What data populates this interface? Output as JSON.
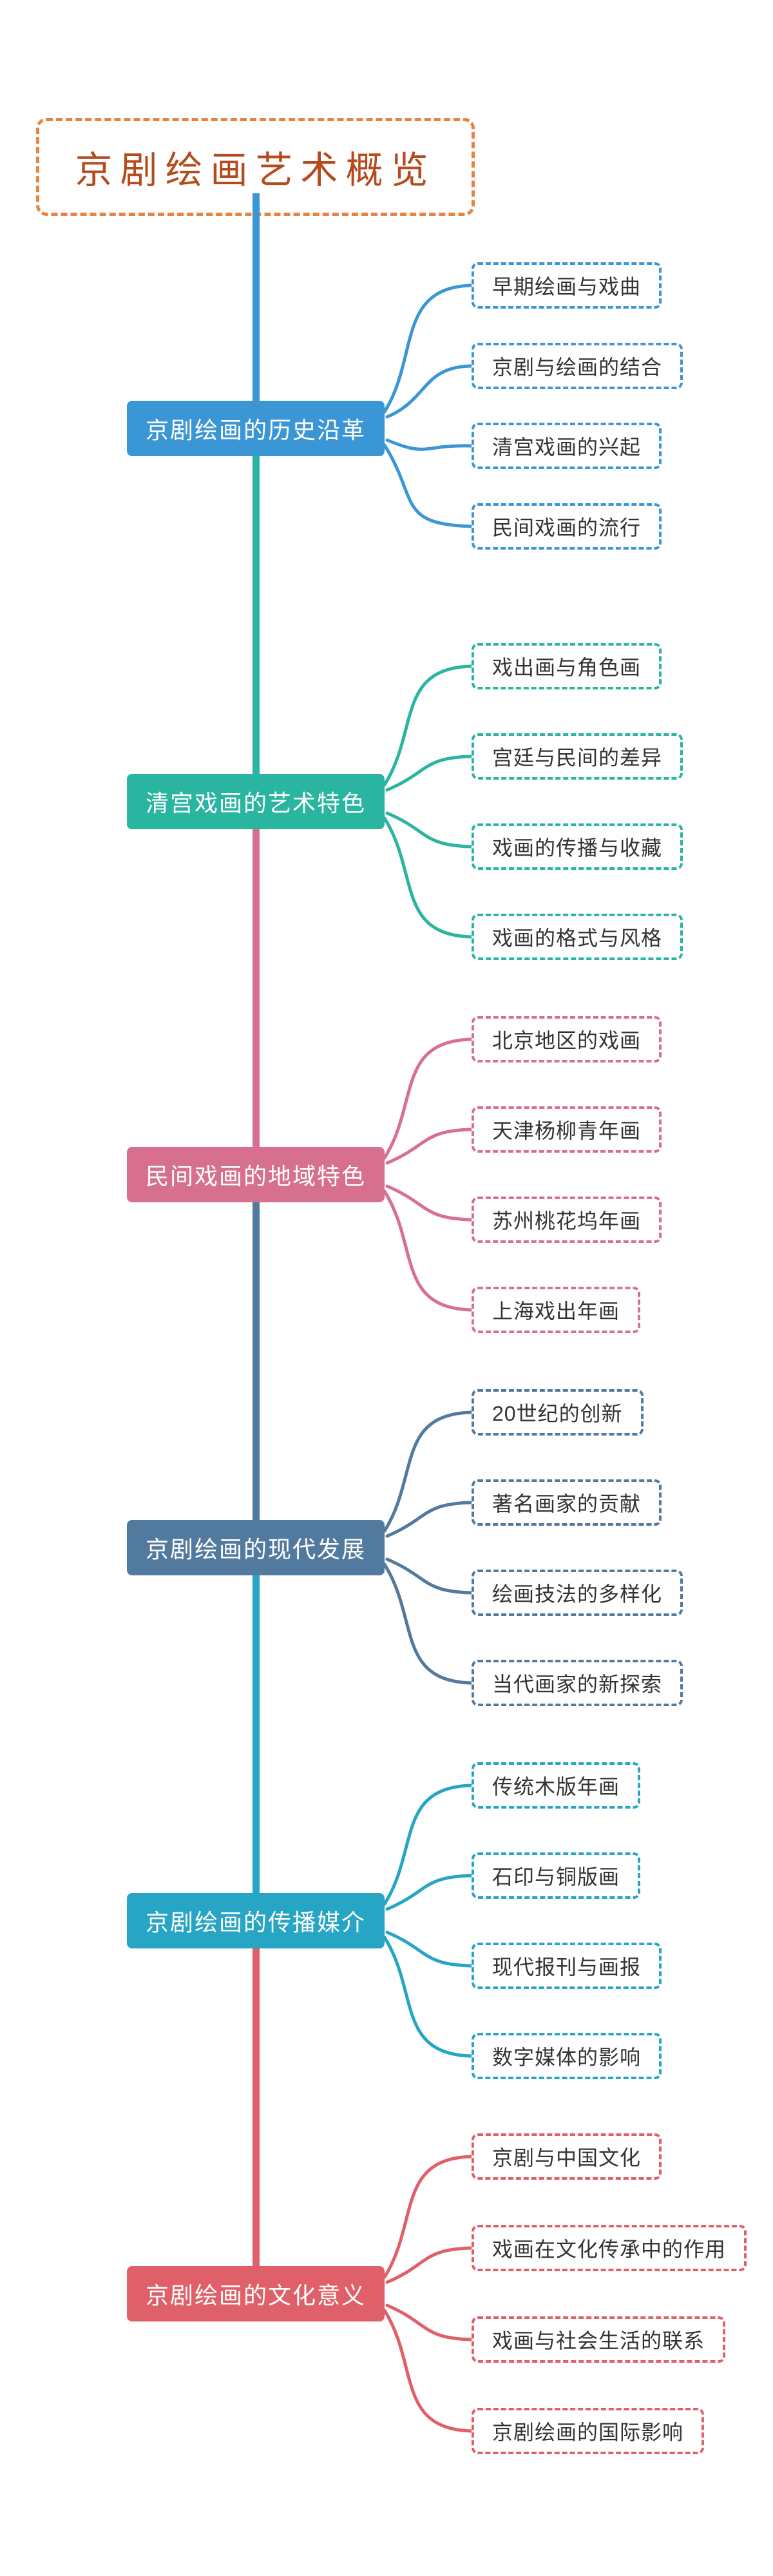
{
  "root": {
    "label": "京剧绘画艺术概览",
    "border_color": "#e8823e",
    "text_color": "#b54b1d"
  },
  "branches": [
    {
      "label": "京剧绘画的历史沿革",
      "color": "#3b96d6",
      "children": [
        "早期绘画与戏曲",
        "京剧与绘画的结合",
        "清宫戏画的兴起",
        "民间戏画的流行"
      ]
    },
    {
      "label": "清宫戏画的艺术特色",
      "color": "#2ab5a0",
      "children": [
        "戏出画与角色画",
        "宫廷与民间的差异",
        "戏画的传播与收藏",
        "戏画的格式与风格"
      ]
    },
    {
      "label": "民间戏画的地域特色",
      "color": "#d7708f",
      "children": [
        "北京地区的戏画",
        "天津杨柳青年画",
        "苏州桃花坞年画",
        "上海戏出年画"
      ]
    },
    {
      "label": "京剧绘画的现代发展",
      "color": "#527a9e",
      "children": [
        "20世纪的创新",
        "著名画家的贡献",
        "绘画技法的多样化",
        "当代画家的新探索"
      ]
    },
    {
      "label": "京剧绘画的传播媒介",
      "color": "#27a5c4",
      "children": [
        "传统木版年画",
        "石印与铜版画",
        "现代报刊与画报",
        "数字媒体的影响"
      ]
    },
    {
      "label": "京剧绘画的文化意义",
      "color": "#e0606a",
      "children": [
        "京剧与中国文化",
        "戏画在文化传承中的作用",
        "戏画与社会生活的联系",
        "京剧绘画的国际影响"
      ]
    }
  ]
}
